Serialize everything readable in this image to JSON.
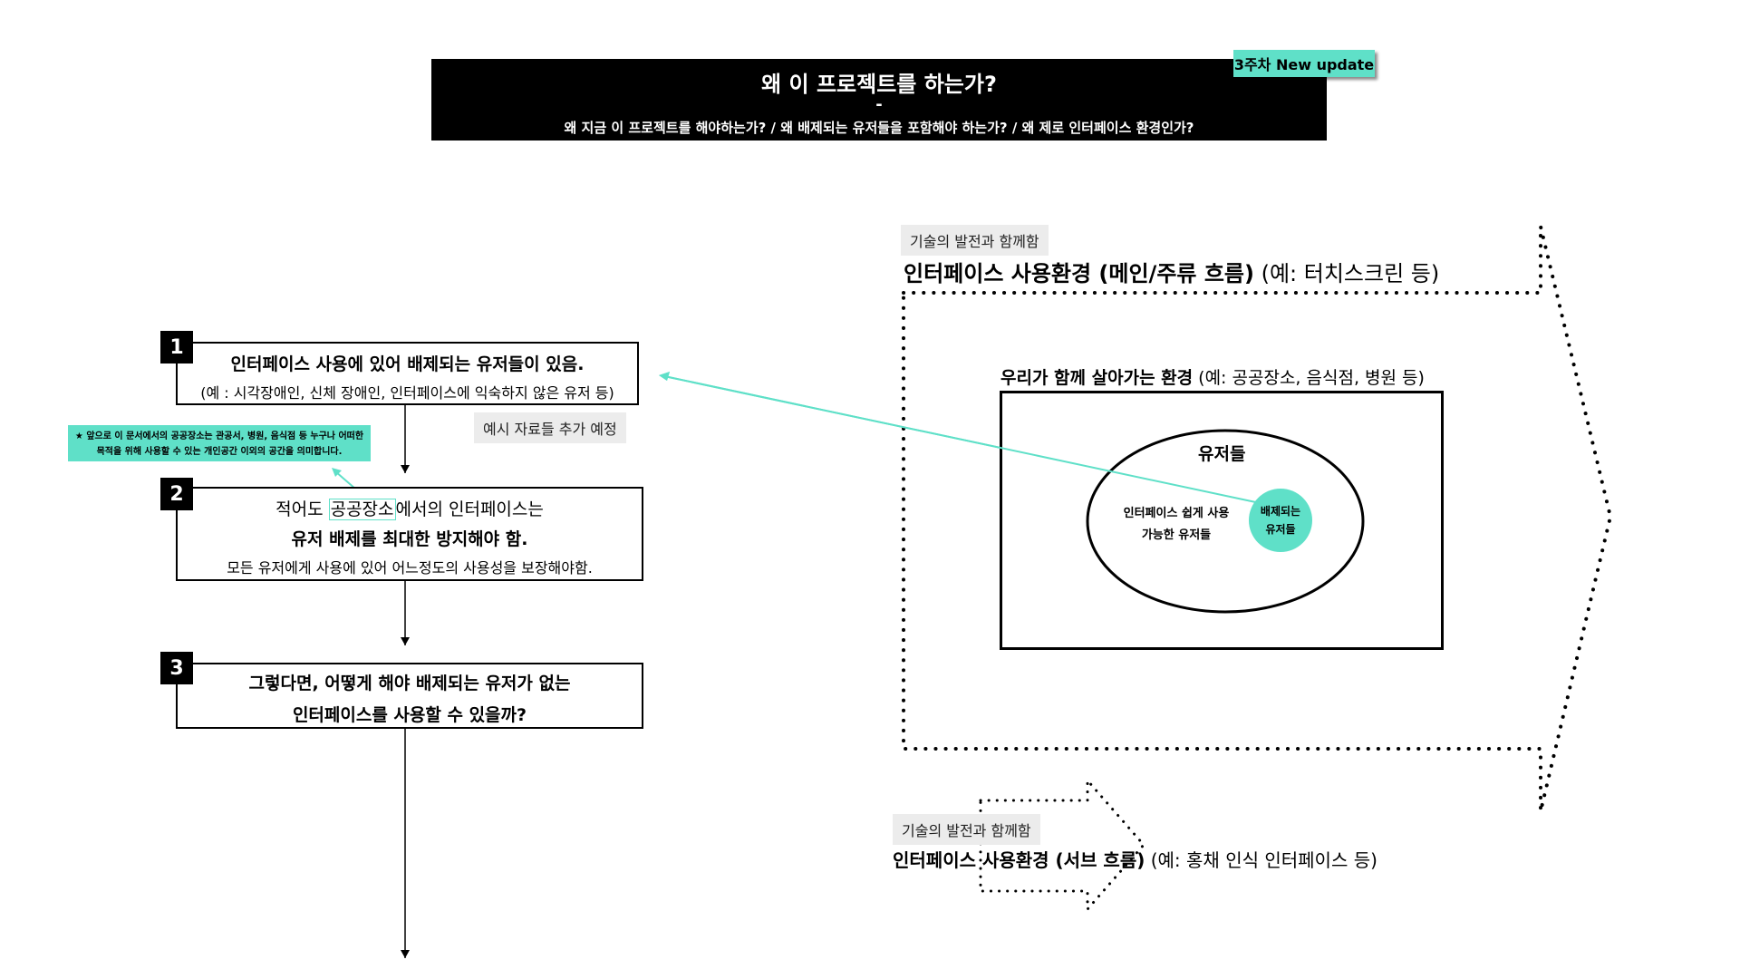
{
  "header": {
    "title": "왜 이 프로젝트를 하는가?",
    "dash": "-",
    "subtitle": "왜 지금 이 프로젝트를 해야하는가? / 왜 배제되는 유저들을 포함해야 하는가? / 왜 제로 인터페이스 환경인가?",
    "badge": "3주차 New update"
  },
  "flow": {
    "step1": {
      "number": "1",
      "line1": "인터페이스 사용에 있어 배제되는 유저들이 있음.",
      "line2": "(예 : 시각장애인, 신체 장애인, 인터페이스에 익숙하지 않은 유저 등)"
    },
    "examples_note": "예시 자료들 추가 예정",
    "footnote": {
      "line1": "★ 앞으로 이 문서에서의 공공장소는 관공서, 병원, 음식점 등 누구나 어떠한",
      "line2": "목적을 위해 사용할 수 있는 개인공간 이외의 공간을 의미합니다."
    },
    "step2": {
      "number": "2",
      "line1_pre": "적어도 ",
      "line1_key": "공공장소",
      "line1_post": "에서의 인터페이스는",
      "line2": "유저 배제를 최대한 방지해야 함.",
      "line3": "모든 유저에게 사용에 있어 어느정도의 사용성을 보장해야함."
    },
    "step3": {
      "number": "3",
      "line1": "그렇다면, 어떻게 해야 배제되는 유저가 없는",
      "line2": "인터페이스를 사용할 수 있을까?"
    }
  },
  "main_env": {
    "tag": "기술의 발전과 함께함",
    "title": "인터페이스 사용환경 (메인/주류 흐름)",
    "example": " (예: 터치스크린 등)",
    "living_env_title": "우리가 함께 살아가는 환경",
    "living_env_example": " (예: 공공장소, 음식점, 병원 등)",
    "users_title": "유저들",
    "easy_users_line1": "인터페이스 쉽게 사용",
    "easy_users_line2": "가능한 유저들",
    "excluded_line1": "배제되는",
    "excluded_line2": "유저들"
  },
  "sub_env": {
    "tag": "기술의 발전과 함께함",
    "title": "인터페이스 사용환경 (서브 흐름)",
    "example": " (예: 홍채 인식 인터페이스 등)"
  },
  "colors": {
    "accent": "#5fe0c8",
    "header_bg": "#000000"
  }
}
